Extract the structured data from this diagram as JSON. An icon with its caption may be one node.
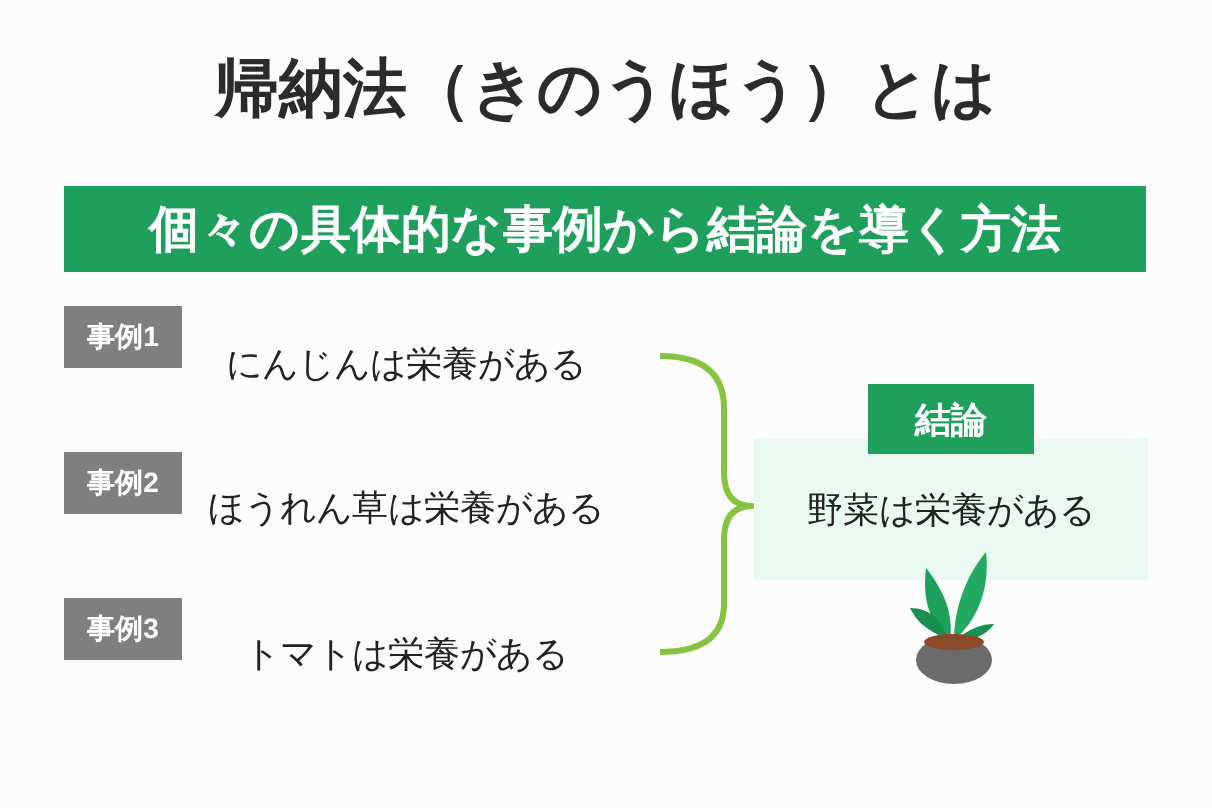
{
  "diagram": {
    "title": "帰納法（きのうほう）とは",
    "nodes": [
      {
        "text": [
          "個々の具体的な事例から結論を導く方法"
        ]
      },
      {
        "text": [
          "事例1"
        ],
        "beside": [
          "にんじんは栄養がある"
        ]
      },
      {
        "text": [
          "事例2"
        ],
        "beside": [
          "ほうれん草は栄養がある"
        ]
      },
      {
        "text": [
          "事例3"
        ],
        "beside": [
          "トマトは栄養がある"
        ]
      },
      {
        "text": [
          "結論"
        ]
      },
      {
        "text": [
          "野菜は栄養がある"
        ]
      }
    ]
  }
}
